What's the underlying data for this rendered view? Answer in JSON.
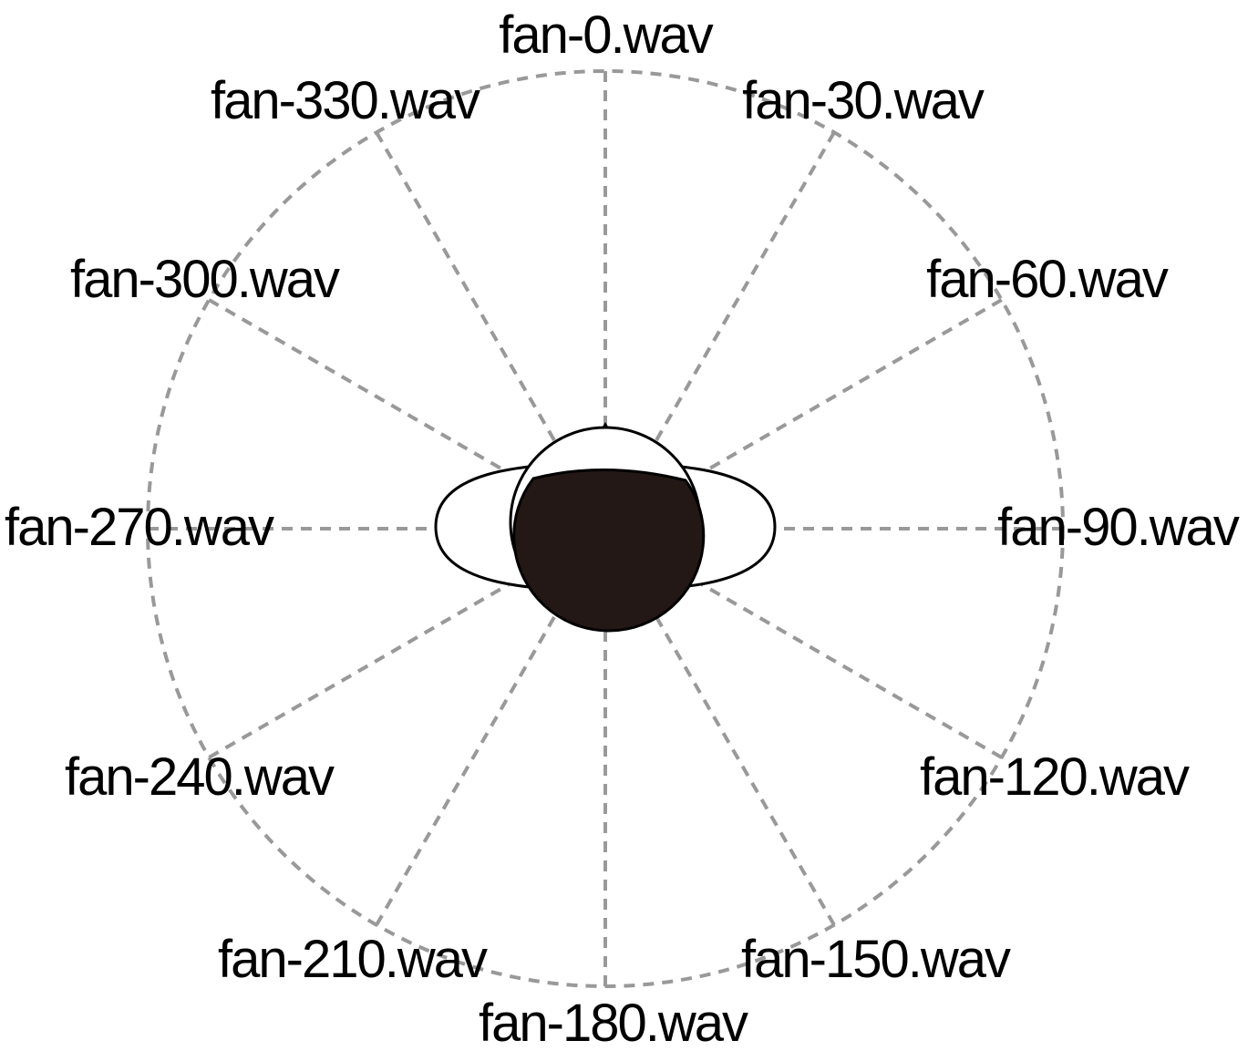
{
  "diagram": {
    "speakers": [
      {
        "angle": 0,
        "label": "fan-0.wav"
      },
      {
        "angle": 30,
        "label": "fan-30.wav"
      },
      {
        "angle": 60,
        "label": "fan-60.wav"
      },
      {
        "angle": 90,
        "label": "fan-90.wav"
      },
      {
        "angle": 120,
        "label": "fan-120.wav"
      },
      {
        "angle": 150,
        "label": "fan-150.wav"
      },
      {
        "angle": 180,
        "label": "fan-180.wav"
      },
      {
        "angle": 210,
        "label": "fan-210.wav"
      },
      {
        "angle": 240,
        "label": "fan-240.wav"
      },
      {
        "angle": 270,
        "label": "fan-270.wav"
      },
      {
        "angle": 300,
        "label": "fan-300.wav"
      },
      {
        "angle": 330,
        "label": "fan-330.wav"
      }
    ],
    "colors": {
      "ring": "#999999",
      "head": "#231815",
      "outline": "#000000",
      "fill": "#ffffff"
    }
  }
}
